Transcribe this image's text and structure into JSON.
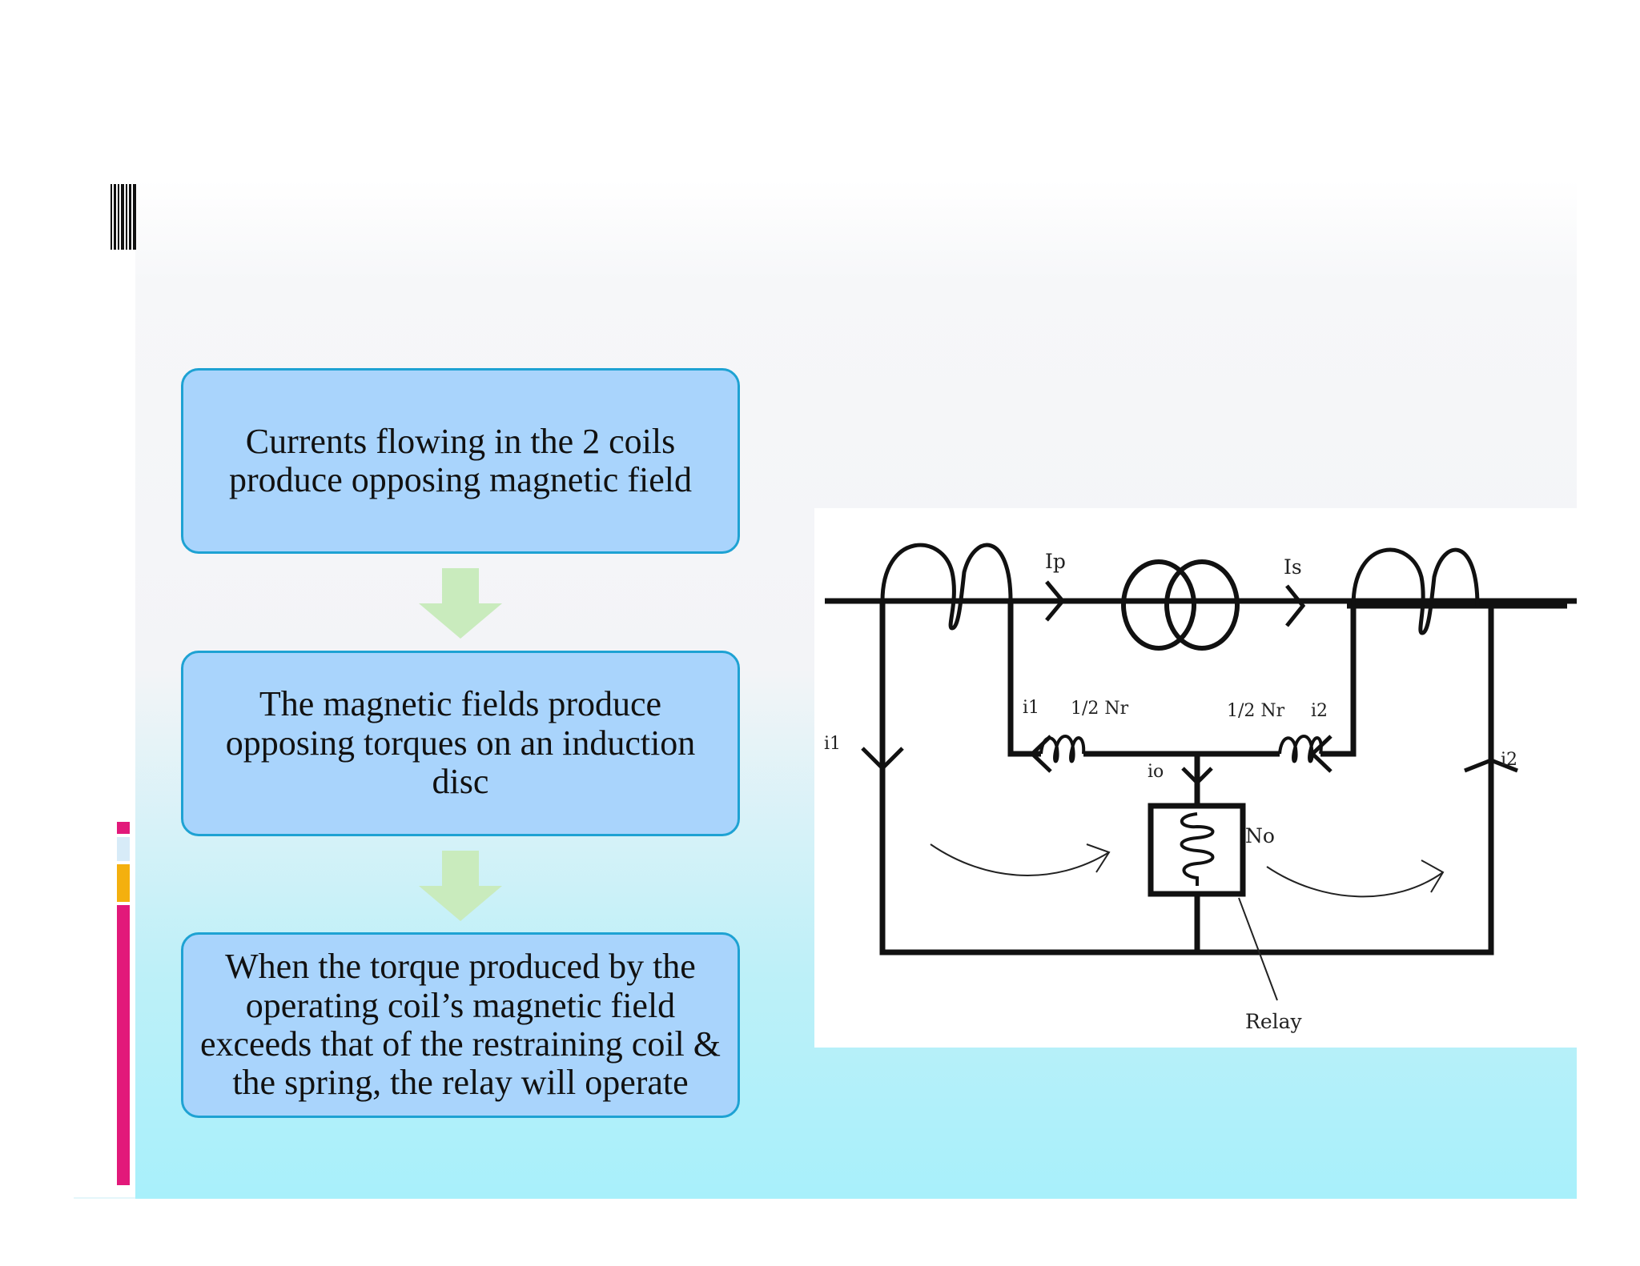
{
  "flowchart": {
    "steps": [
      {
        "text": "Currents flowing in the 2 coils produce opposing magnetic field"
      },
      {
        "text": "The magnetic fields produce opposing torques on an induction disc"
      },
      {
        "text": "When the torque produced by the operating coil’s magnetic field exceeds that of the restraining coil & the spring, the relay will operate"
      }
    ],
    "colors": {
      "box_fill": "#a9d4fc",
      "box_border": "#1ea2d3",
      "arrow": "#c9ebbd"
    }
  },
  "circuit": {
    "labels": {
      "ip": "Ip",
      "is": "Is",
      "i1_left": "i1",
      "i1_inner": "i1",
      "nr_left": "1/2 Nr",
      "nr_right": "1/2 Nr",
      "i2_inner": "i2",
      "i2_right": "i2",
      "io": "io",
      "no": "No",
      "relay": "Relay"
    }
  },
  "side_strip_colors": [
    "#e2197a",
    "#d7ebf8",
    "#f4b00e",
    "#e2197a"
  ]
}
